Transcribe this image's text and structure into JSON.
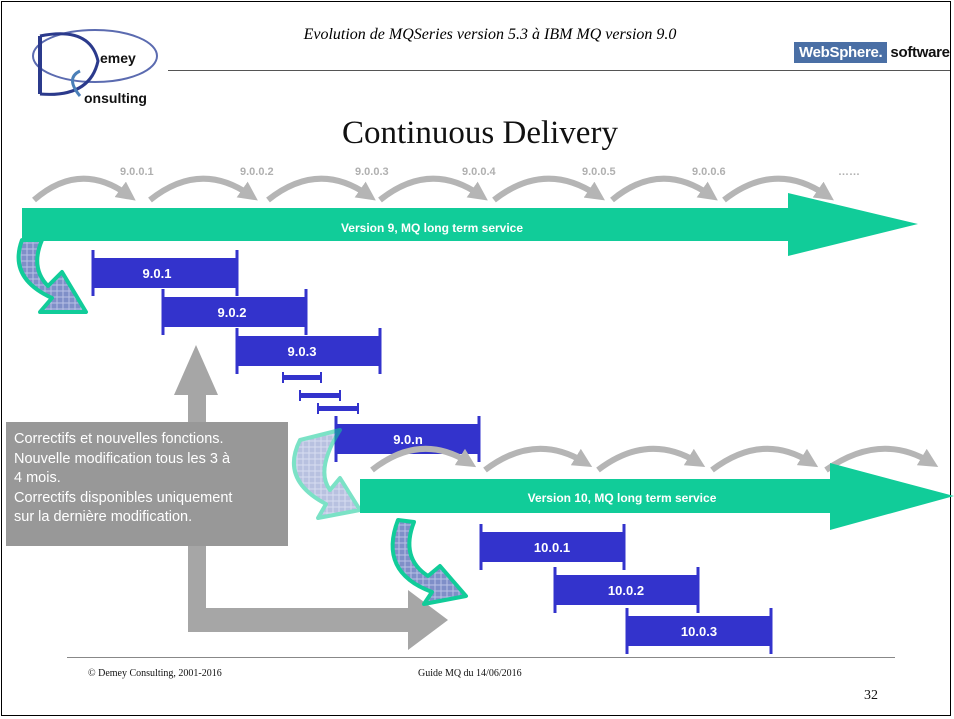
{
  "header": {
    "title": "Evolution de MQSeries version 5.3 à IBM MQ version 9.0",
    "logo_left_line1": "emey",
    "logo_left_line2": "onsulting",
    "logo_right_brand": "WebSphere.",
    "logo_right_suffix": "software"
  },
  "slide": {
    "title": "Continuous Delivery",
    "top_cycle_labels": [
      "9.0.0.1",
      "9.0.0.2",
      "9.0.0.3",
      "9.0.0.4",
      "9.0.0.5",
      "9.0.0.6",
      "……"
    ],
    "v9_arrow_label": "Version 9, MQ long term service",
    "v10_arrow_label": "Version 10, MQ long term service",
    "v9_bars": [
      "9.0.1",
      "9.0.2",
      "9.0.3",
      "9.0.n"
    ],
    "v10_bars": [
      "10.0.1",
      "10.0.2",
      "10.0.3"
    ],
    "callout_lines": [
      "Correctifs et nouvelles fonctions.",
      "Nouvelle modification tous les 3 à",
      "4 mois.",
      "Correctifs disponibles uniquement",
      "sur la dernière modification."
    ]
  },
  "footer": {
    "copyright": "© Demey Consulting, 2001-2016",
    "guide": "Guide MQ du 14/06/2016",
    "page_number": "32"
  },
  "colors": {
    "teal": "#11cc99",
    "blue_bar": "#3333cc",
    "gray_arrow": "#a6a6a6",
    "callout_bg": "#989898"
  }
}
